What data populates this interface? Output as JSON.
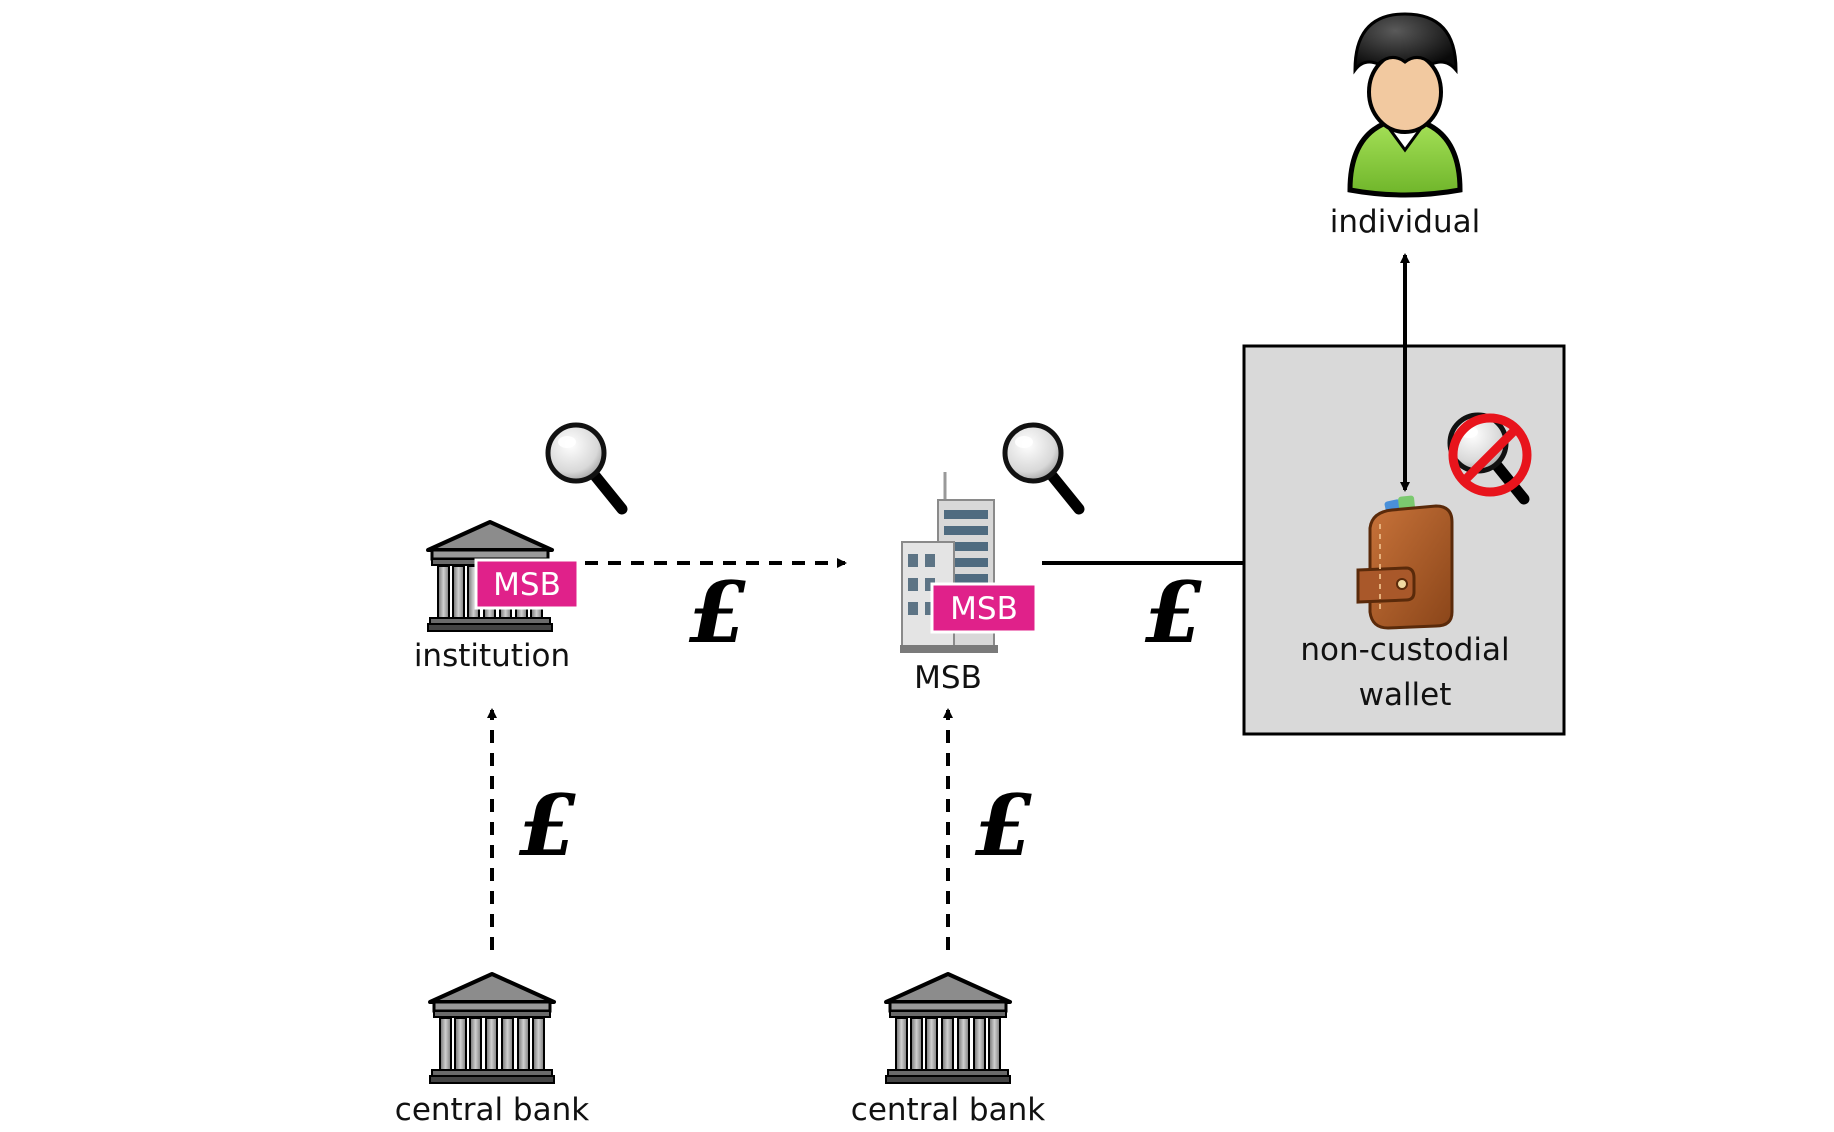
{
  "nodes": {
    "institution": {
      "label": "institution",
      "badge": "MSB"
    },
    "msb": {
      "label": "MSB",
      "badge": "MSB"
    },
    "individual": {
      "label": "individual"
    },
    "wallet": {
      "label_line1": "non-custodial",
      "label_line2": "wallet"
    },
    "central_bank_left": {
      "label": "central bank"
    },
    "central_bank_right": {
      "label": "central bank"
    }
  },
  "currency_symbol": "£",
  "colors": {
    "badge": "#e0218a",
    "wallet_box": "#d9d9d9",
    "prohibit": "#e8141c",
    "person_shirt": "#8fd13f",
    "wallet_leather": "#b5622b"
  },
  "icons": {
    "institution": "bank-building-icon",
    "msb": "office-building-icon",
    "individual": "person-icon",
    "wallet": "wallet-icon",
    "surveillance": "magnifier-icon",
    "no_surveillance": "no-magnifier-icon"
  }
}
